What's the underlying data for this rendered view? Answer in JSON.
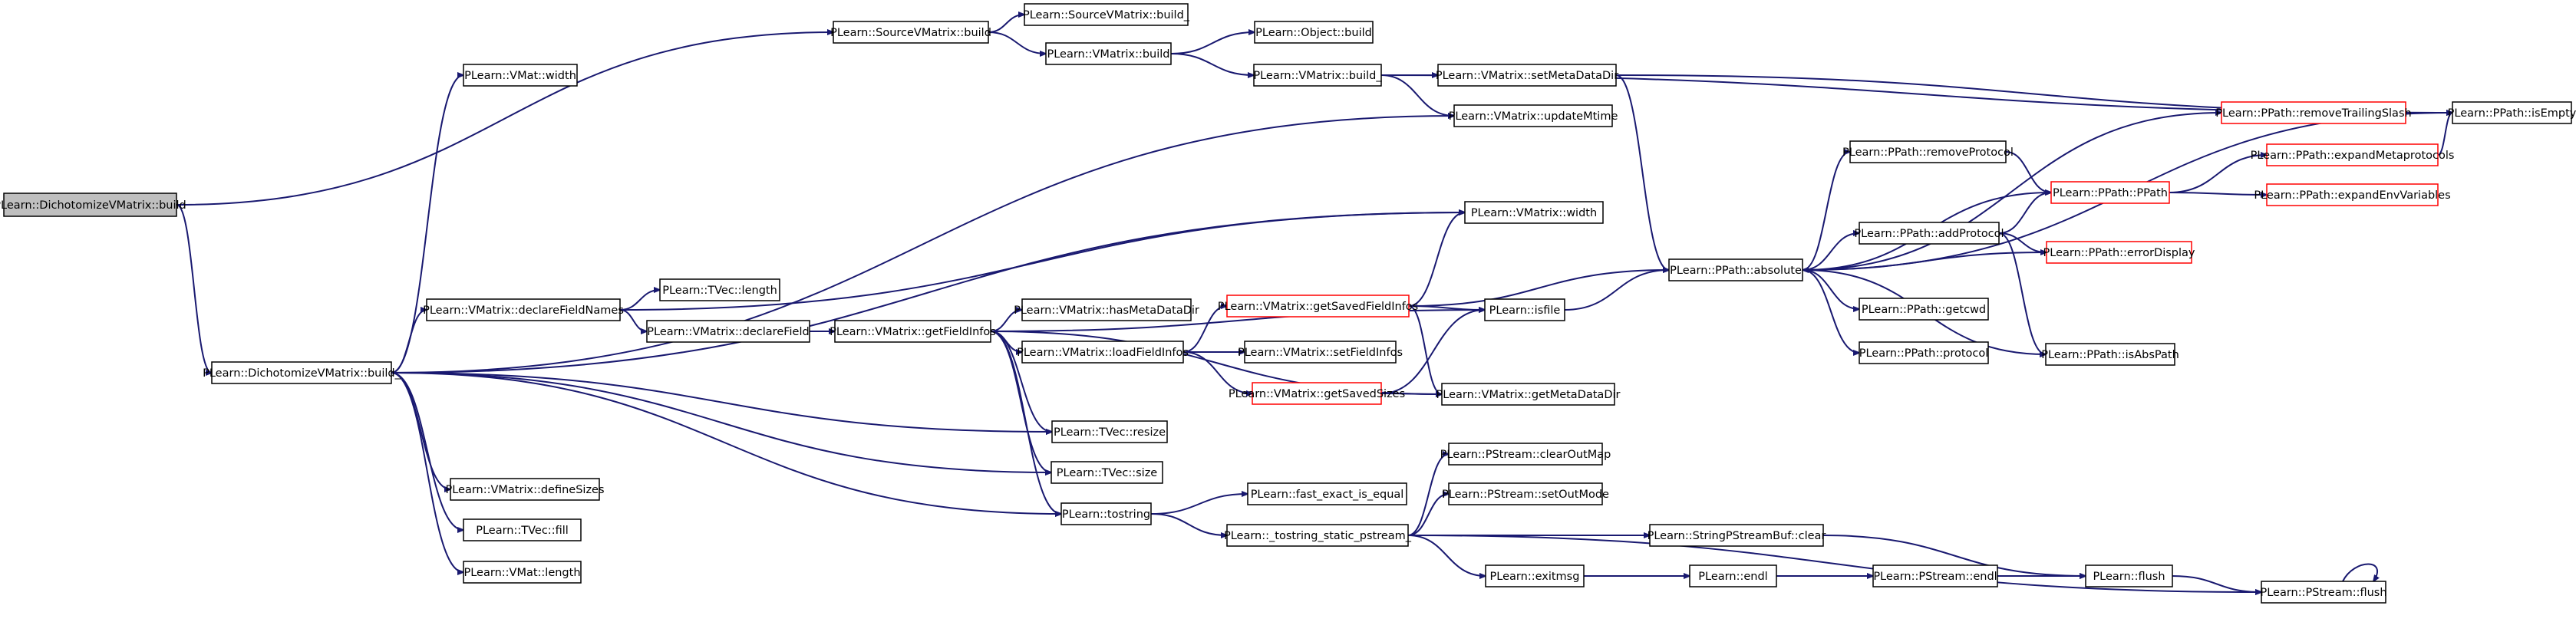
{
  "colors": {
    "edge": "#191970",
    "node_border": "#000000",
    "node_border_partial": "#ff0000",
    "root_fill": "#bfbfbf",
    "background": "#ffffff"
  },
  "nodes": [
    {
      "id": "root",
      "label": "PLearn::DichotomizeVMatrix::build",
      "root": true
    },
    {
      "id": "svm_build",
      "label": "PLearn::SourceVMatrix::build"
    },
    {
      "id": "svm_build_",
      "label": "PLearn::SourceVMatrix::build_"
    },
    {
      "id": "obj_build",
      "label": "PLearn::Object::build"
    },
    {
      "id": "vm_build",
      "label": "PLearn::VMatrix::build"
    },
    {
      "id": "vmat_width",
      "label": "PLearn::VMat::width"
    },
    {
      "id": "vm_build_",
      "label": "PLearn::VMatrix::build_"
    },
    {
      "id": "vm_setMetaDataDir",
      "label": "PLearn::VMatrix::setMetaDataDir"
    },
    {
      "id": "vm_updateMtime",
      "label": "PLearn::VMatrix::updateMtime"
    },
    {
      "id": "pp_removeTrailingSlash",
      "label": "PLearn::PPath::removeTrailingSlash",
      "partial": true
    },
    {
      "id": "pp_isEmpty",
      "label": "PLearn::PPath::isEmpty"
    },
    {
      "id": "pp_removeProtocol",
      "label": "PLearn::PPath::removeProtocol"
    },
    {
      "id": "pp_expandMetaprotocols",
      "label": "PLearn::PPath::expandMetaprotocols",
      "partial": true
    },
    {
      "id": "pp_PPath",
      "label": "PLearn::PPath::PPath",
      "partial": true
    },
    {
      "id": "pp_expandEnvVariables",
      "label": "PLearn::PPath::expandEnvVariables",
      "partial": true
    },
    {
      "id": "vm_width",
      "label": "PLearn::VMatrix::width"
    },
    {
      "id": "pp_addProtocol",
      "label": "PLearn::PPath::addProtocol"
    },
    {
      "id": "pp_errorDisplay",
      "label": "PLearn::PPath::errorDisplay",
      "partial": true
    },
    {
      "id": "pp_absolute",
      "label": "PLearn::PPath::absolute"
    },
    {
      "id": "vm_declareFieldNames",
      "label": "PLearn::VMatrix::declareFieldNames"
    },
    {
      "id": "tvec_length",
      "label": "PLearn::TVec::length"
    },
    {
      "id": "vm_hasMetaDataDir",
      "label": "PLearn::VMatrix::hasMetaDataDir"
    },
    {
      "id": "vm_getSavedFieldInfos",
      "label": "PLearn::VMatrix::getSavedFieldInfos",
      "partial": true
    },
    {
      "id": "isfile",
      "label": "PLearn::isfile"
    },
    {
      "id": "pp_getcwd",
      "label": "PLearn::PPath::getcwd"
    },
    {
      "id": "vm_declareField",
      "label": "PLearn::VMatrix::declareField"
    },
    {
      "id": "vm_getFieldInfos",
      "label": "PLearn::VMatrix::getFieldInfos"
    },
    {
      "id": "vm_loadFieldInfos",
      "label": "PLearn::VMatrix::loadFieldInfos"
    },
    {
      "id": "vm_setFieldInfos",
      "label": "PLearn::VMatrix::setFieldInfos"
    },
    {
      "id": "pp_protocol",
      "label": "PLearn::PPath::protocol"
    },
    {
      "id": "dvm_build_",
      "label": "PLearn::DichotomizeVMatrix::build_"
    },
    {
      "id": "pp_isAbsPath",
      "label": "PLearn::PPath::isAbsPath"
    },
    {
      "id": "vm_getSavedSizes",
      "label": "PLearn::VMatrix::getSavedSizes",
      "partial": true
    },
    {
      "id": "vm_getMetaDataDir",
      "label": "PLearn::VMatrix::getMetaDataDir"
    },
    {
      "id": "tvec_resize",
      "label": "PLearn::TVec::resize"
    },
    {
      "id": "tvec_size",
      "label": "PLearn::TVec::size"
    },
    {
      "id": "ps_clearOutMap",
      "label": "PLearn::PStream::clearOutMap"
    },
    {
      "id": "vm_defineSizes",
      "label": "PLearn::VMatrix::defineSizes"
    },
    {
      "id": "ps_setOutMode",
      "label": "PLearn::PStream::setOutMode"
    },
    {
      "id": "fast_exact_is_equal",
      "label": "PLearn::fast_exact_is_equal"
    },
    {
      "id": "tostring",
      "label": "PLearn::tostring"
    },
    {
      "id": "tvec_fill",
      "label": "PLearn::TVec::fill"
    },
    {
      "id": "tostring_static",
      "label": "PLearn::_tostring_static_pstream_"
    },
    {
      "id": "spsb_clear",
      "label": "PLearn::StringPStreamBuf::clear"
    },
    {
      "id": "vmat_length",
      "label": "PLearn::VMat::length"
    },
    {
      "id": "exitmsg",
      "label": "PLearn::exitmsg"
    },
    {
      "id": "endl",
      "label": "PLearn::endl"
    },
    {
      "id": "ps_endl",
      "label": "PLearn::PStream::endl"
    },
    {
      "id": "flush",
      "label": "PLearn::flush"
    },
    {
      "id": "ps_flush",
      "label": "PLearn::PStream::flush"
    }
  ],
  "edges": [
    [
      "root",
      "svm_build"
    ],
    [
      "root",
      "dvm_build_"
    ],
    [
      "svm_build",
      "svm_build_"
    ],
    [
      "svm_build",
      "vm_build"
    ],
    [
      "vm_build",
      "obj_build"
    ],
    [
      "vm_build",
      "vm_build_"
    ],
    [
      "vm_build_",
      "vm_setMetaDataDir"
    ],
    [
      "vm_build_",
      "vm_updateMtime"
    ],
    [
      "vm_build_",
      "pp_isEmpty"
    ],
    [
      "vm_setMetaDataDir",
      "pp_isEmpty"
    ],
    [
      "vm_setMetaDataDir",
      "pp_absolute"
    ],
    [
      "pp_removeTrailingSlash",
      "pp_isEmpty"
    ],
    [
      "pp_expandMetaprotocols",
      "pp_isEmpty"
    ],
    [
      "pp_removeProtocol",
      "pp_PPath"
    ],
    [
      "pp_PPath",
      "pp_expandMetaprotocols"
    ],
    [
      "pp_PPath",
      "pp_expandEnvVariables"
    ],
    [
      "pp_addProtocol",
      "pp_PPath"
    ],
    [
      "pp_addProtocol",
      "pp_errorDisplay"
    ],
    [
      "pp_addProtocol",
      "pp_isAbsPath"
    ],
    [
      "pp_errorDisplay",
      "pp_absolute"
    ],
    [
      "pp_absolute",
      "pp_removeTrailingSlash"
    ],
    [
      "pp_absolute",
      "pp_isEmpty"
    ],
    [
      "pp_absolute",
      "pp_removeProtocol"
    ],
    [
      "pp_absolute",
      "pp_PPath"
    ],
    [
      "pp_absolute",
      "pp_addProtocol"
    ],
    [
      "pp_absolute",
      "pp_getcwd"
    ],
    [
      "pp_absolute",
      "pp_protocol"
    ],
    [
      "pp_absolute",
      "pp_isAbsPath"
    ],
    [
      "dvm_build_",
      "vmat_width"
    ],
    [
      "dvm_build_",
      "vm_updateMtime"
    ],
    [
      "dvm_build_",
      "vm_width"
    ],
    [
      "dvm_build_",
      "vm_declareFieldNames"
    ],
    [
      "dvm_build_",
      "tvec_resize"
    ],
    [
      "dvm_build_",
      "tvec_size"
    ],
    [
      "dvm_build_",
      "vm_defineSizes"
    ],
    [
      "dvm_build_",
      "tostring"
    ],
    [
      "dvm_build_",
      "tvec_fill"
    ],
    [
      "dvm_build_",
      "vmat_length"
    ],
    [
      "vm_declareFieldNames",
      "vm_width"
    ],
    [
      "vm_declareFieldNames",
      "tvec_length"
    ],
    [
      "vm_declareFieldNames",
      "vm_declareField"
    ],
    [
      "vm_declareField",
      "vm_getFieldInfos"
    ],
    [
      "vm_getFieldInfos",
      "vm_hasMetaDataDir"
    ],
    [
      "vm_getFieldInfos",
      "isfile"
    ],
    [
      "vm_getFieldInfos",
      "vm_loadFieldInfos"
    ],
    [
      "vm_getFieldInfos",
      "vm_getMetaDataDir"
    ],
    [
      "vm_getFieldInfos",
      "tvec_resize"
    ],
    [
      "vm_getFieldInfos",
      "tvec_size"
    ],
    [
      "vm_getFieldInfos",
      "tostring"
    ],
    [
      "vm_loadFieldInfos",
      "vm_getSavedFieldInfos"
    ],
    [
      "vm_loadFieldInfos",
      "vm_setFieldInfos"
    ],
    [
      "vm_loadFieldInfos",
      "vm_getSavedSizes"
    ],
    [
      "vm_getSavedFieldInfos",
      "vm_width"
    ],
    [
      "vm_getSavedFieldInfos",
      "isfile"
    ],
    [
      "vm_getSavedFieldInfos",
      "pp_absolute"
    ],
    [
      "vm_getSavedFieldInfos",
      "vm_getMetaDataDir"
    ],
    [
      "vm_getSavedSizes",
      "isfile"
    ],
    [
      "vm_getSavedSizes",
      "vm_getMetaDataDir"
    ],
    [
      "isfile",
      "pp_absolute"
    ],
    [
      "tostring",
      "fast_exact_is_equal"
    ],
    [
      "tostring",
      "tostring_static"
    ],
    [
      "tostring_static",
      "ps_clearOutMap"
    ],
    [
      "tostring_static",
      "ps_setOutMode"
    ],
    [
      "tostring_static",
      "spsb_clear"
    ],
    [
      "tostring_static",
      "exitmsg"
    ],
    [
      "tostring_static",
      "ps_flush"
    ],
    [
      "spsb_clear",
      "flush"
    ],
    [
      "exitmsg",
      "endl"
    ],
    [
      "endl",
      "ps_endl"
    ],
    [
      "ps_endl",
      "flush"
    ],
    [
      "flush",
      "ps_flush"
    ],
    [
      "ps_flush",
      "ps_flush"
    ]
  ]
}
